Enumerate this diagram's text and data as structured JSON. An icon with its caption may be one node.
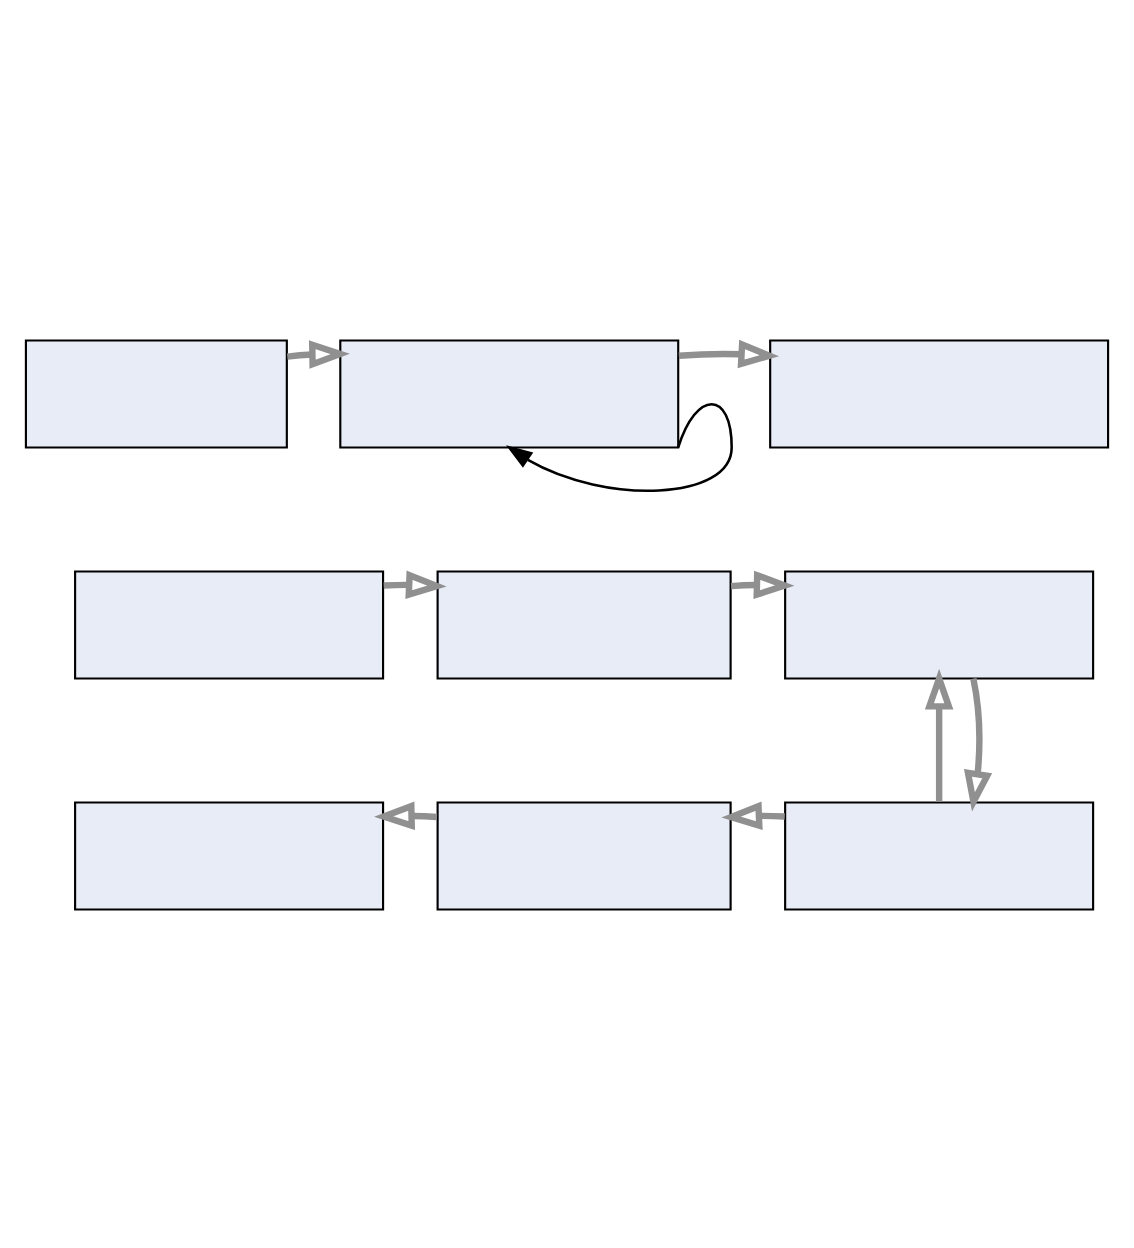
{
  "diagram": {
    "nodes": [
      {
        "text": [],
        "shape": "box"
      },
      {
        "text": [],
        "shape": "box"
      },
      {
        "text": [],
        "shape": "box"
      },
      {
        "text": [],
        "shape": "box"
      },
      {
        "text": [],
        "shape": "box"
      },
      {
        "text": [],
        "shape": "box"
      },
      {
        "text": [],
        "shape": "box"
      },
      {
        "text": [],
        "shape": "box"
      },
      {
        "text": [],
        "shape": "box"
      }
    ],
    "edges": [
      {
        "from": 0,
        "to": 1,
        "arrow": "to"
      },
      {
        "from": 1,
        "to": 2,
        "arrow": "to"
      },
      {
        "from": 1,
        "to": 1,
        "arrow": "to",
        "color": "#000000"
      },
      {
        "from": 3,
        "to": 4,
        "arrow": "to"
      },
      {
        "from": 4,
        "to": 5,
        "arrow": "to"
      },
      {
        "from": 8,
        "to": 5,
        "arrow": "to"
      },
      {
        "from": 5,
        "to": 8,
        "arrow": "to"
      },
      {
        "from": 8,
        "to": 7,
        "arrow": "to"
      },
      {
        "from": 7,
        "to": 6,
        "arrow": "to"
      }
    ]
  }
}
